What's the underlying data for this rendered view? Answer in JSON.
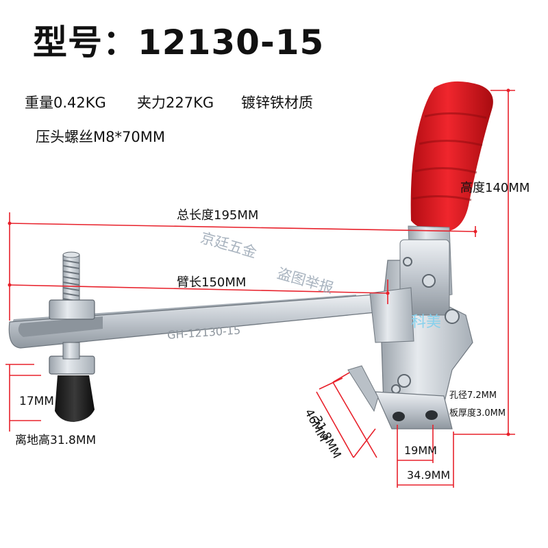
{
  "title": "型号：12130-15",
  "specs": {
    "weight": "重量0.42KG",
    "force": "夹力227KG",
    "material": "镀锌铁材质",
    "screw": "压头螺丝M8*70MM"
  },
  "dimensions": {
    "height": "高度140MM",
    "total_length": "总长度195MM",
    "arm_length": "臂长150MM",
    "pad_height": "17MM",
    "ground_clearance": "离地高31.8MM",
    "base_depth": "31.8MM",
    "base_side": "46MM",
    "hole_spacing": "19MM",
    "base_width": "34.9MM",
    "hole_diameter": "孔径7.2MM",
    "plate_thickness": "板厚度3.0MM"
  },
  "watermarks": {
    "shop": "京廷五金",
    "warning": "盗图举报",
    "brand": "科美"
  },
  "stamp_text": "GH-12130-15",
  "colors": {
    "dimension_line": "#e8202a",
    "handle": "#e0151c",
    "metal": "#c9cfd6"
  }
}
